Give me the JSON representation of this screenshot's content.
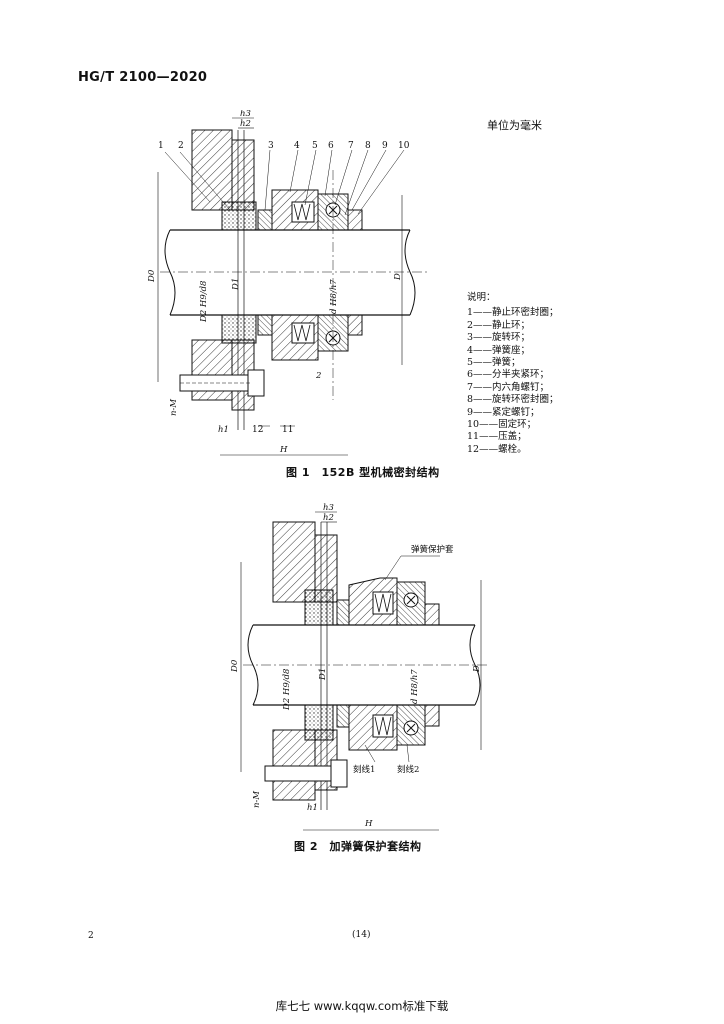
{
  "header": {
    "code": "HG/T 2100—2020"
  },
  "unit_note": "单位为毫米",
  "legend": {
    "title": "说明：",
    "items": [
      "1——静止环密封圈；",
      "2——静止环；",
      "3——旋转环；",
      "4——弹簧座；",
      "5——弹簧；",
      "6——分半夹紧环；",
      "7——内六角螺钉；",
      "8——旋转环密封圈；",
      "9——紧定螺钉；",
      "10——固定环；",
      "11——压盖；",
      "12——螺栓。"
    ]
  },
  "figure1": {
    "caption": "图 1　152B 型机械密封结构",
    "part_numbers": [
      "1",
      "2",
      "3",
      "4",
      "5",
      "6",
      "7",
      "8",
      "9",
      "10",
      "11",
      "12"
    ],
    "dims": {
      "h3": "h3",
      "h2": "h2",
      "h1": "h1",
      "H": "H",
      "D0": "D0",
      "D2": "D2 H9/d8",
      "D1": "D1",
      "d": "d H8/h7",
      "D": "D",
      "nM": "n-M",
      "gap": "2"
    }
  },
  "figure2": {
    "caption": "图 2　加弹簧保护套结构",
    "callout": "弹簧保护套",
    "line1": "刻线1",
    "line2": "刻线2",
    "dims": {
      "h3": "h3",
      "h2": "h2",
      "h1": "h1",
      "H": "H",
      "D0": "D0",
      "D2": "D2 H9/d8",
      "D1": "D1",
      "d": "d H8/h7",
      "D": "D",
      "nM": "n-M"
    }
  },
  "page": {
    "left": "2",
    "center": "(14)"
  },
  "footer": "库七七 www.kqqw.com标准下载"
}
